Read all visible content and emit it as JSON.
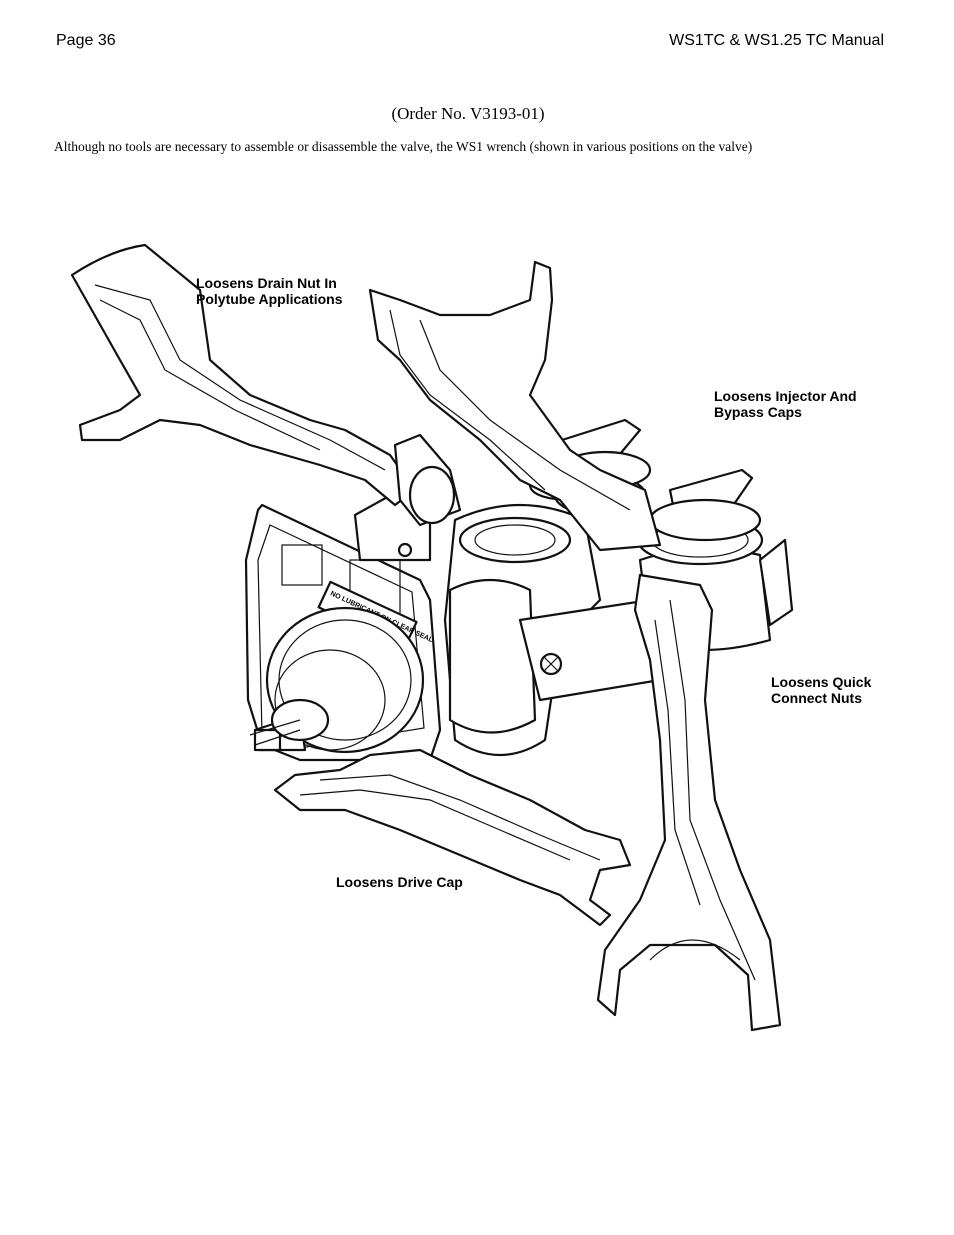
{
  "header": {
    "page_number": "Page 36",
    "manual_title": "WS1TC & WS1.25 TC Manual"
  },
  "order_number": "(Order No. V3193-01)",
  "intro_text": "Although no tools are necessary to assemble or disassemble the valve, the WS1 wrench (shown in various positions on the valve)",
  "callouts": {
    "drain_nut": "Loosens Drain Nut In\nPolytube Applications",
    "injector_bypass": "Loosens Injector And\nBypass Caps",
    "quick_connect": "Loosens Quick\nConnect Nuts",
    "drive_cap": "Loosens Drive Cap"
  },
  "illustration_label": "NO LUBRICANT ON CLEAR SEAL"
}
